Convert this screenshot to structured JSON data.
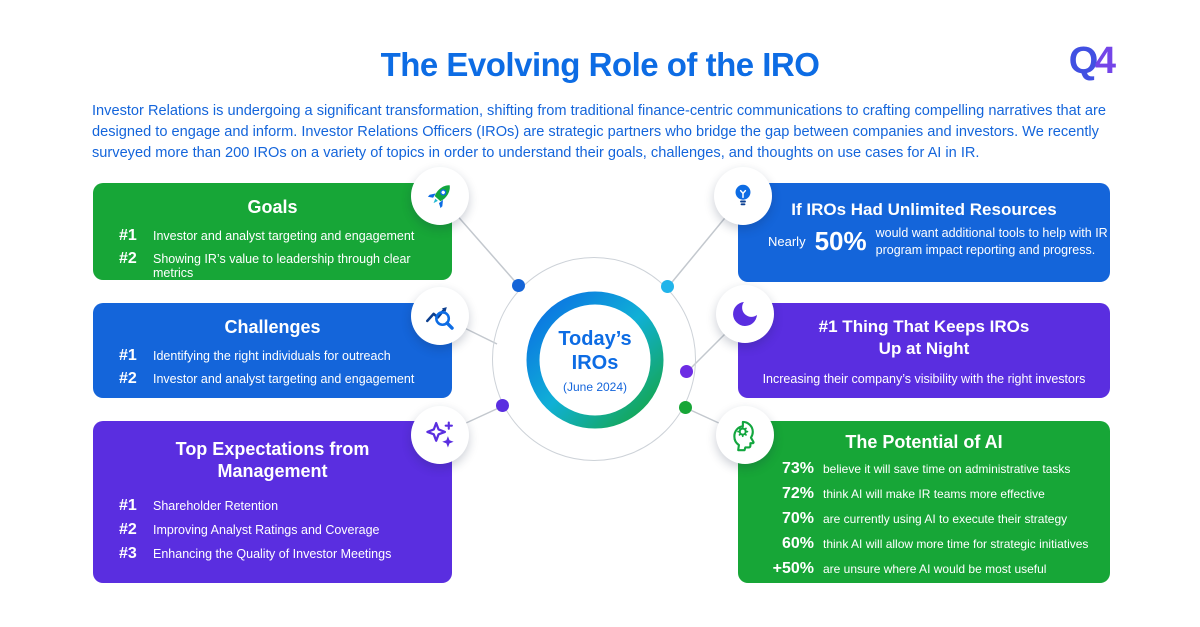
{
  "header": {
    "title": "The Evolving Role of the IRO",
    "logo_q": "Q",
    "logo_4": "4",
    "intro": "Investor Relations is undergoing a significant transformation, shifting from traditional finance-centric communications to crafting compelling narratives that are designed to engage and inform. Investor Relations Officers (IROs) are strategic partners who bridge the gap between companies and investors. We recently surveyed more than 200 IROs on a variety of topics in order to understand their goals, challenges, and thoughts on use cases for AI in IR."
  },
  "center": {
    "line1": "Today’s",
    "line2": "IROs",
    "subtitle": "(June 2024)"
  },
  "cards": {
    "goals": {
      "title": "Goals",
      "items": [
        {
          "rank": "#1",
          "text": "Investor and analyst targeting and engagement"
        },
        {
          "rank": "#2",
          "text": "Showing IR’s value to leadership through clear metrics"
        }
      ]
    },
    "challenges": {
      "title": "Challenges",
      "items": [
        {
          "rank": "#1",
          "text": "Identifying the right individuals for outreach"
        },
        {
          "rank": "#2",
          "text": "Investor and analyst targeting and engagement"
        }
      ]
    },
    "expectations": {
      "title_line1": "Top Expectations from",
      "title_line2": "Management",
      "items": [
        {
          "rank": "#1",
          "text": "Shareholder Retention"
        },
        {
          "rank": "#2",
          "text": "Improving Analyst Ratings and Coverage"
        },
        {
          "rank": "#3",
          "text": "Enhancing the Quality of Investor Meetings"
        }
      ]
    },
    "resources": {
      "title": "If IROs Had Unlimited Resources",
      "stat_prefix": "Nearly",
      "stat": "50%",
      "text": "would want additional tools to help with IR program impact reporting and progress."
    },
    "night": {
      "title_line1": "#1 Thing That Keeps IROs",
      "title_line2": "Up at Night",
      "text": "Increasing their company’s visibility with the right investors"
    },
    "ai": {
      "title": "The Potential of AI",
      "items": [
        {
          "stat": "73%",
          "text": "believe it will save time on administrative tasks"
        },
        {
          "stat": "72%",
          "text": "think AI will make IR teams more effective"
        },
        {
          "stat": "70%",
          "text": "are currently using AI to execute their strategy"
        },
        {
          "stat": "60%",
          "text": "think AI will allow more time for strategic initiatives"
        },
        {
          "stat": "+50%",
          "text": "are unsure where AI would be most useful"
        }
      ]
    }
  },
  "colors": {
    "green": "#17a637",
    "blue": "#1465da",
    "purple": "#5a2ee0",
    "title_blue": "#0d6ce4"
  }
}
